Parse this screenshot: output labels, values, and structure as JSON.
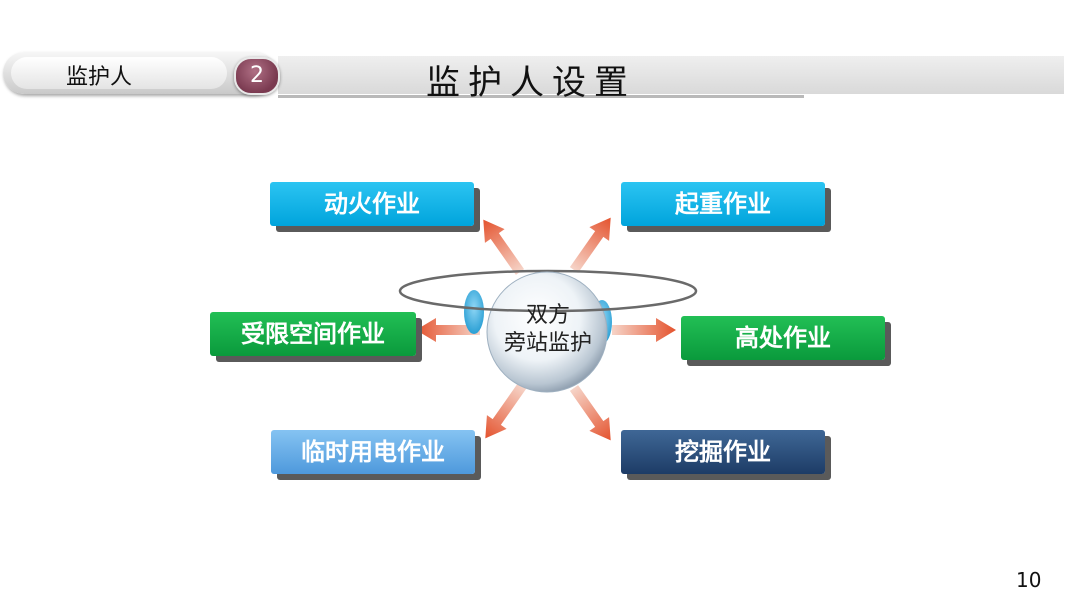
{
  "header": {
    "section_label": "监护人",
    "section_number": "2",
    "title": "监护人设置"
  },
  "diagram": {
    "center": "双方\n旁站监护",
    "nodes": [
      {
        "label": "动火作业",
        "color": "cyan"
      },
      {
        "label": "起重作业",
        "color": "cyan"
      },
      {
        "label": "受限空间作业",
        "color": "green"
      },
      {
        "label": "高处作业",
        "color": "green"
      },
      {
        "label": "临时用电作业",
        "color": "light"
      },
      {
        "label": "挖掘作业",
        "color": "navy"
      }
    ]
  },
  "page_number": "10"
}
